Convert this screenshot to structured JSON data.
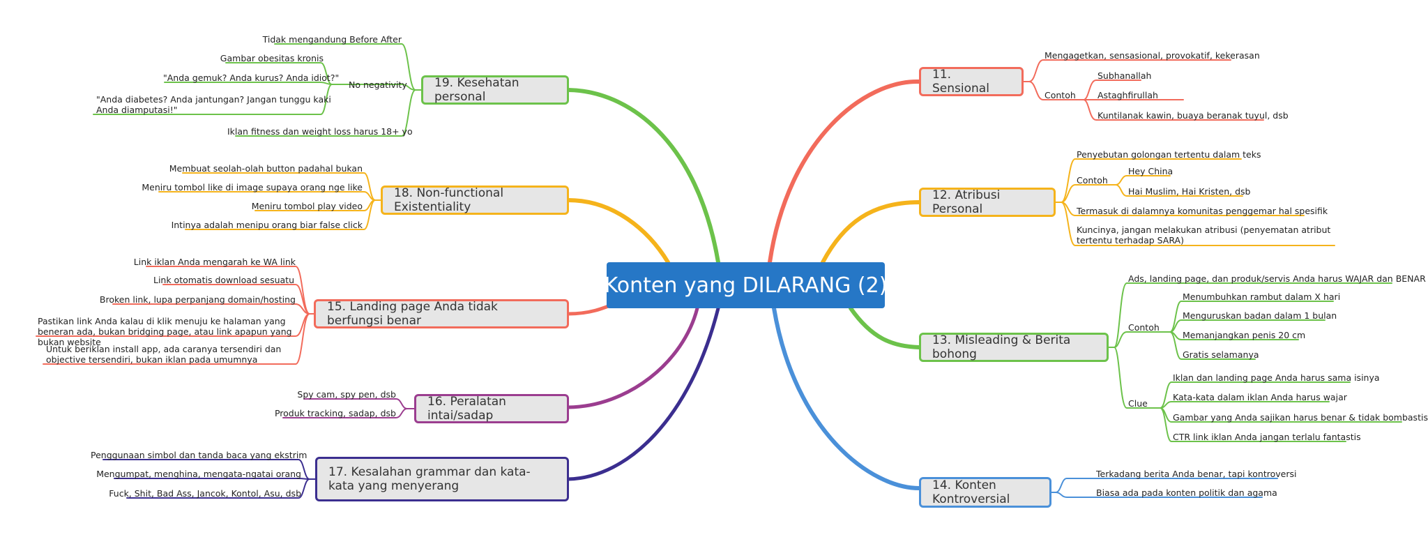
{
  "title": "Konten yang DILARANG (2)",
  "colors": {
    "n11": "#f26b5b",
    "n12": "#f5b31b",
    "n13": "#6cc24a",
    "n14": "#4a90d9",
    "n15": "#f26b5b",
    "n16": "#9b3d8f",
    "n17": "#3b2e8f",
    "n18": "#f5b31b",
    "n19": "#6cc24a"
  },
  "nodes": {
    "n11": {
      "title": "11. Sensional",
      "item1": "Mengagetkan, sensasional, provokatif, kekerasan",
      "contoh": "Contoh",
      "ex": [
        "Subhanallah",
        "Astaghfirullah",
        "Kuntilanak kawin, buaya beranak tuyul, dsb"
      ]
    },
    "n12": {
      "title": "12. Atribusi Personal",
      "item1": "Penyebutan golongan tertentu dalam teks",
      "contoh": "Contoh",
      "ex": [
        "Hey China",
        "Hai Muslim, Hai Kristen, dsb"
      ],
      "item2": "Termasuk di dalamnya komunitas penggemar hal spesifik",
      "item3": "Kuncinya, jangan melakukan atribusi (penyematan atribut tertentu terhadap SARA)"
    },
    "n13": {
      "title": "13. Misleading & Berita bohong",
      "item1": "Ads, landing page, dan produk/servis Anda harus WAJAR dan BENAR",
      "contoh": "Contoh",
      "ex": [
        "Menumbuhkan rambut dalam X hari",
        "Menguruskan badan dalam 1 bulan",
        "Memanjangkan penis 20 cm",
        "Gratis selamanya"
      ],
      "clue": "Clue",
      "clues": [
        "Iklan dan landing page Anda harus sama isinya",
        "Kata-kata dalam iklan Anda harus wajar",
        "Gambar yang Anda sajikan harus benar & tidak bombastis",
        "CTR link iklan Anda jangan terlalu fantastis"
      ]
    },
    "n14": {
      "title": "14. Konten Kontroversial",
      "items": [
        "Terkadang berita Anda benar, tapi kontroversi",
        "Biasa ada pada konten politik dan agama"
      ]
    },
    "n15": {
      "title": "15. Landing page Anda tidak berfungsi benar",
      "items": [
        "Link iklan Anda mengarah ke WA link",
        "Link otomatis download sesuatu",
        "Broken link, lupa perpanjang domain/hosting",
        "Pastikan link Anda kalau di klik menuju ke halaman yang beneran ada, bukan bridging page, atau link apapun yang bukan website",
        "Untuk beriklan install app, ada caranya tersendiri dan objective tersendiri, bukan iklan pada umumnya"
      ]
    },
    "n16": {
      "title": "16. Peralatan intai/sadap",
      "items": [
        "Spy cam, spy pen, dsb",
        "Produk tracking, sadap, dsb"
      ]
    },
    "n17": {
      "title": "17. Kesalahan grammar dan kata-kata yang menyerang",
      "items": [
        "Penggunaan simbol dan tanda baca yang ekstrim",
        "Mengumpat, menghina, mengata-ngatai orang",
        "Fuck, Shit, Bad Ass, Jancok, Kontol, Asu, dsb"
      ]
    },
    "n18": {
      "title": "18. Non-functional Existentiality",
      "items": [
        "Membuat seolah-olah button padahal bukan",
        "Meniru tombol like di image supaya orang nge like",
        "Meniru tombol play video",
        "Intinya adalah menipu orang biar false click"
      ]
    },
    "n19": {
      "title": "19. Kesehatan personal",
      "item1": "Tidak mengandung Before After",
      "neg": "No negativity",
      "negs": [
        "Gambar obesitas kronis",
        "\"Anda gemuk? Anda kurus? Anda idiot?\"",
        "\"Anda diabetes? Anda jantungan? Jangan tunggu kaki Anda diamputasi!\""
      ],
      "item2": "Iklan fitness dan weight loss harus 18+ yo"
    }
  }
}
